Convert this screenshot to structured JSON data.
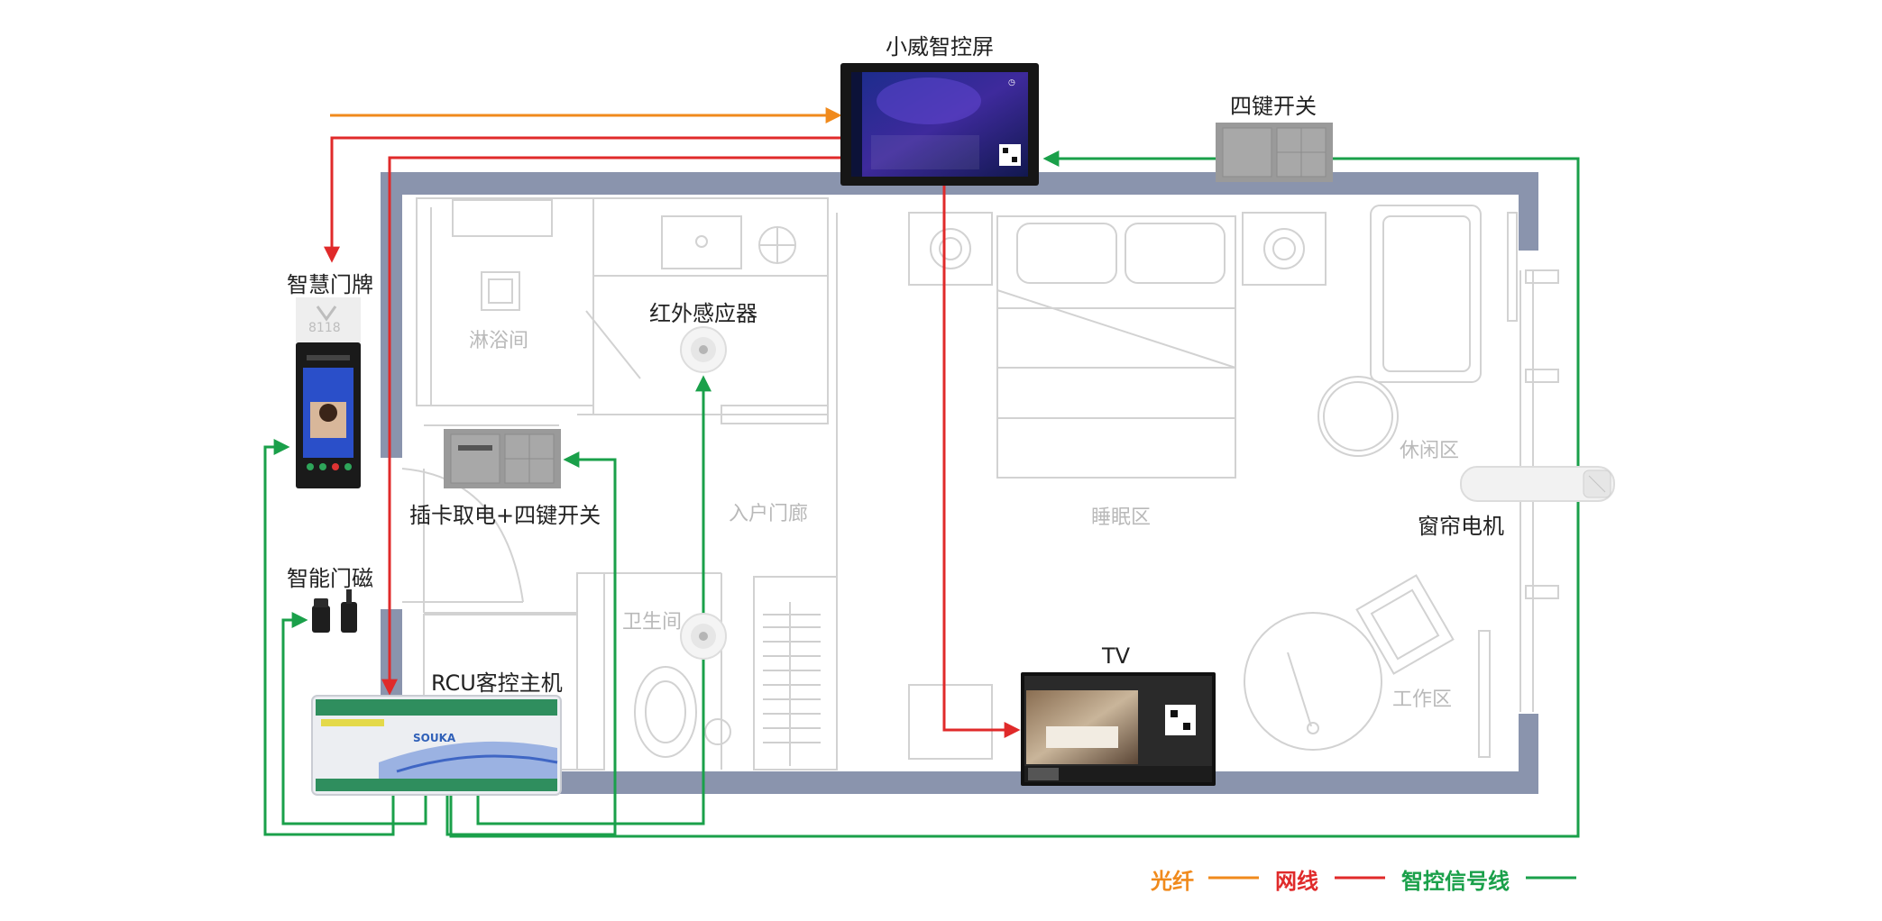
{
  "colors": {
    "fiber": "#f08a1c",
    "network": "#e02a2a",
    "signal": "#1aa04a",
    "wall": "#8a94ad",
    "plan_line": "#d2d2d2"
  },
  "devices": {
    "smart_screen": "小威智控屏",
    "four_key_switch": "四键开关",
    "door_sign": "智慧门牌",
    "door_sign_number": "8118",
    "ir_sensor": "红外感应器",
    "card_power": "插卡取电+四键开关",
    "door_magnet": "智能门磁",
    "rcu": "RCU客控主机",
    "rcu_brand": "SOUKA",
    "tv": "TV",
    "curtain_motor": "窗帘电机"
  },
  "rooms": {
    "shower": "淋浴间",
    "entrance": "入户门廊",
    "bathroom": "卫生间",
    "sleep": "睡眠区",
    "leisure": "休闲区",
    "work": "工作区"
  },
  "legend": {
    "fiber": "光纤",
    "network": "网线",
    "signal": "智控信号线"
  }
}
